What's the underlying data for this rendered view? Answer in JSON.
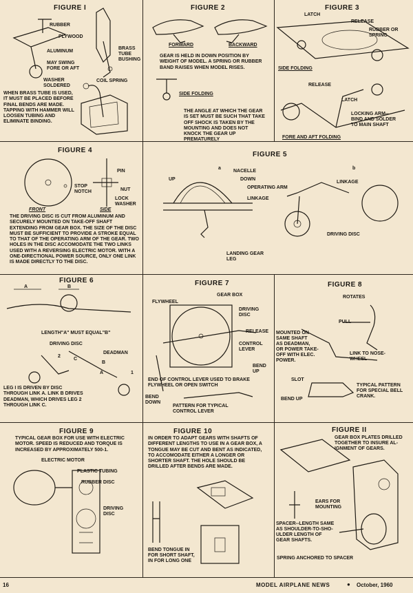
{
  "figure1": {
    "title": "FIGURE I",
    "labels": {
      "rubber": "RUBBER",
      "plywood": "PLYWOOD",
      "aluminum": "ALUMINUM",
      "fore_aft": "MAY SWING\nFORE OR AFT",
      "brass": "BRASS\nTUBE\nBUSHING",
      "washer": "WASHER\nSOLDERED",
      "coil": "COIL SPRING"
    },
    "text": "WHEN BRASS TUBE IS USED, IT MUST BE PLACED BEFORE FINAL BENDS ARE MADE. TAPPING WITH HAMMER WILL LOOSEN TUBING AND ELIMINATE BINDING."
  },
  "figure2": {
    "title": "FIGURE 2",
    "labels": {
      "forward": "FORWARD",
      "backward": "BACKWARD",
      "side": "SIDE FOLDING"
    },
    "text1": "GEAR IS HELD IN DOWN POSITION BY WEIGHT OF MODEL. A SPRING OR RUBBER BAND RAISES WHEN MODEL RISES.",
    "text2": "THE ANGLE AT WHICH THE GEAR IS SET MUST BE SUCH THAT TAKE OFF SHOCK IS TAKEN BY THE MOUNTING AND DOES NOT KNOCK THE GEAR UP PREMATURELY"
  },
  "figure3": {
    "title": "FIGURE 3",
    "labels": {
      "latch": "LATCH",
      "release": "RELEASE",
      "rubber": "RUBBER OR\nSPRING",
      "side": "SIDE FOLDING",
      "release2": "RELEASE",
      "latch2": "LATCH",
      "locking": "LOCKING ARM--\nBIND AND SOLDER\nTO MAIN SHAFT",
      "fore": "FORE AND AFT FOLDING"
    }
  },
  "figure4": {
    "title": "FIGURE 4",
    "labels": {
      "pin": "PIN",
      "stop": "STOP\nNOTCH",
      "nut": "NUT",
      "lock": "LOCK\nWASHER",
      "front": "FRONT",
      "side": "SIDE"
    },
    "text": "THE DRIVING DISC IS CUT FROM ALUMINUM AND SECURELY MOUNTED ON TAKE-OFF SHAFT EXTENDING FROM GEAR BOX. THE SIZE OF THE DISC MUST BE SUFFICIENT TO PROVIDE A STROKE EQUAL TO THAT OF THE OPERATING ARM OF THE GEAR. TWO HOLES IN THE DISC ACCOMODATE THE TWO LINKS USED WITH A REVERSING ELECTRIC MOTOR. WITH A ONE-DIRECTIONAL POWER SOURCE, ONLY ONE LINK IS MADE DIRECTLY TO THE DISC."
  },
  "figure5": {
    "title": "FIGURE 5",
    "labels": {
      "a": "a",
      "b": "b",
      "nacelle": "NACELLE",
      "up": "UP",
      "down": "DOWN",
      "operating": "OPERATING ARM",
      "linkage": "LINKAGE",
      "linkage_b": "LINKAGE",
      "driving": "DRIVING DISC",
      "landing": "LANDING GEAR\nLEG"
    }
  },
  "figure6": {
    "title": "FIGURE 6",
    "labels": {
      "a": "A",
      "b": "B",
      "equal": "LENGTH\"A\" MUST EQUAL\"B\"",
      "driving": "DRIVING DISC",
      "deadman": "DEADMAN",
      "n2": "2",
      "c": "C",
      "b2": "B",
      "a2": "A",
      "n1": "1"
    },
    "text": "LEG I IS DRIVEN BY DISC THROUGH LINK A. LINK B DRIVES DEADMAN, WHICH DRIVES LEG 2 THROUGH LINK C."
  },
  "figure7": {
    "title": "FIGURE 7",
    "labels": {
      "flywheel": "FLYWHEEL",
      "gearbox": "GEAR BOX",
      "driving": "DRIVING\nDISC",
      "release": "RELEASE",
      "control": "CONTROL\nLEVER",
      "bendup": "BEND\nUP",
      "benddown": "BEND\nDOWN"
    },
    "text1": "END OF CONTROL LEVER USED TO BRAKE FLYWHEEL OR OPEN SWITCH",
    "text2": "PATTERN FOR TYPICAL CONTROL LEVER"
  },
  "figure8": {
    "title": "FIGURE 8",
    "labels": {
      "rotates": "ROTATES",
      "pull": "PULL",
      "mounted": "MOUNTED ON\nSAME SHAFT\nAS DEADMAN,\nOR POWER TAKE-\nOFF WITH ELEC.\nPOWER.",
      "link": "LINK TO NOSE-\nWHEEL",
      "slot": "SLOT",
      "bendup": "BEND UP",
      "typical": "TYPICAL PATTERN\nFOR SPECIAL BELL\nCRANK."
    }
  },
  "figure9": {
    "title": "FIGURE 9",
    "text": "TYPICAL GEAR BOX FOR USE WITH ELECTRIC MOTOR. SPEED IS REDUCED AND TORQUE IS INCREASED BY APPROXIMATELY 500-1.",
    "labels": {
      "motor": "ELECTRIC MOTOR",
      "tubing": "PLASTIC TUBING",
      "rubberdisc": "RUBBER DISC",
      "driving": "DRIVING\nDISC"
    }
  },
  "figure10": {
    "title": "FIGURE 10",
    "text": "IN ORDER TO ADAPT GEARS WITH SHAFTS OF DIFFERENT LENGTHS TO USE IN A GEAR BOX, A TONGUE MAY BE CUT AND BENT AS INDICATED, TO ACCOMODATE EITHER A LONGER OR SHORTER SHAFT. THE HOLE SHOULD BE DRILLED AFTER BENDS ARE MADE.",
    "labels": {
      "bend": "BEND TONGUE IN\nFOR SHORT SHAFT,\nIN FOR LONG ONE"
    }
  },
  "figure11": {
    "title": "FIGURE II",
    "labels": {
      "plates": "GEAR BOX PLATES DRILLED\nTOGETHER TO INSURE AL-\nIGNMENT OF GEARS.",
      "ears": "EARS FOR\nMOUNTING",
      "spacer": "SPACER--LENGTH SAME\nAS SHOULDER-TO-SHO-\nULDER LENGTH OF\nGEAR SHAFTS.",
      "spring": "SPRING ANCHORED TO SPACER"
    }
  },
  "footer": {
    "page": "16",
    "magazine": "MODEL AIRPLANE NEWS",
    "date": "October, 1960"
  }
}
